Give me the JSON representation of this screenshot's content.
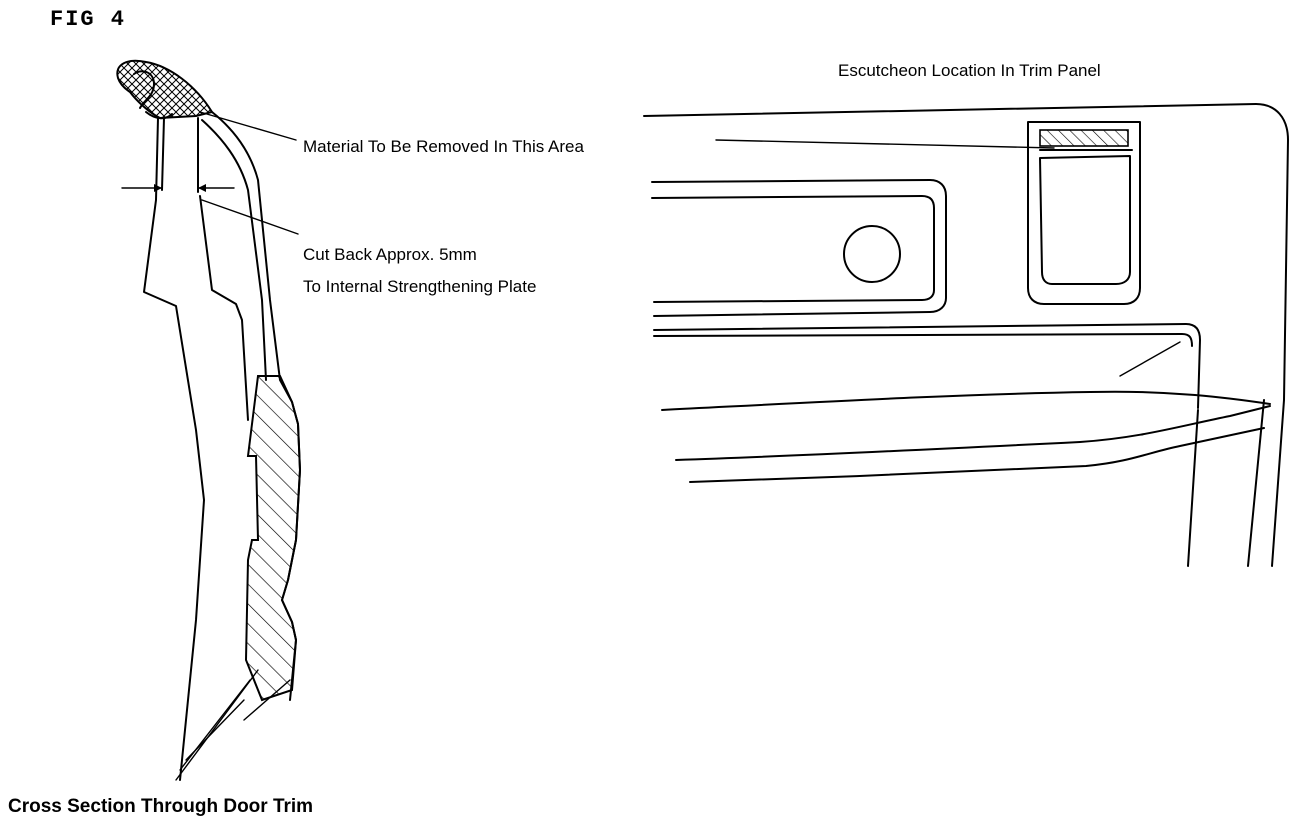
{
  "figure": {
    "number": "FIG 4"
  },
  "labels": {
    "escutcheon": "Escutcheon Location In Trim Panel",
    "material": "Material To Be Removed In This Area",
    "cut_back_1": "Cut Back Approx. 5mm",
    "cut_back_2": "To Internal Strengthening Plate",
    "cross_section": "Cross Section Through Door Trim"
  }
}
